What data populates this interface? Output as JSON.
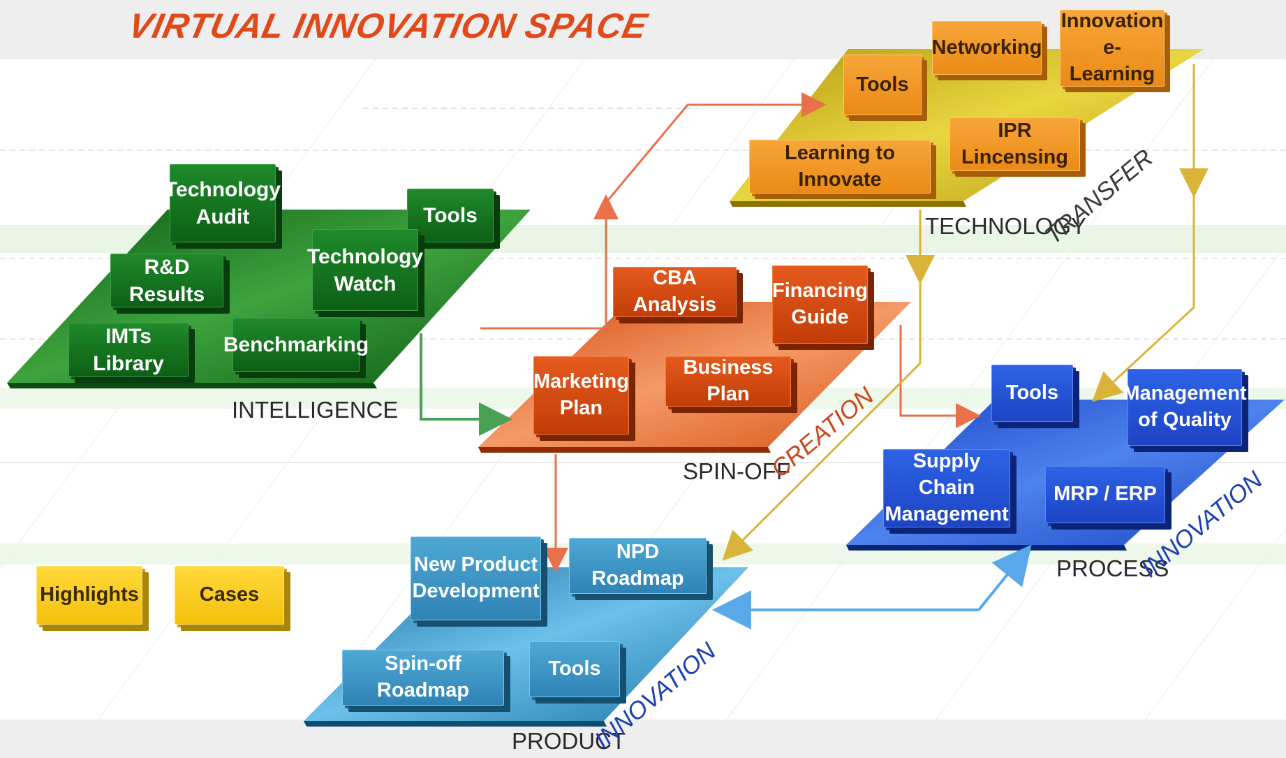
{
  "title": "VIRTUAL INNOVATION SPACE",
  "intelligence": {
    "label": "INTELLIGENCE",
    "boxes": [
      "Technology Audit",
      "Tools",
      "R&D Results",
      "Technology Watch",
      "IMTs Library",
      "Benchmarking"
    ]
  },
  "technology_transfer": {
    "label": "TECHNOLOGY",
    "label_italic": "TRANSFER",
    "boxes": [
      "Networking",
      "Innovation e-Learning",
      "Tools",
      "IPR Lincensing",
      "Learning to Innovate"
    ]
  },
  "spinoff_creation": {
    "label": "SPIN-OFF",
    "label_italic": "CREATION",
    "boxes": [
      "CBA Analysis",
      "Financing Guide",
      "Marketing Plan",
      "Business Plan"
    ]
  },
  "process_innovation": {
    "label": "PROCESS",
    "label_italic": "INNOVATION",
    "boxes": [
      "Tools",
      "Management of Quality",
      "Supply Chain Management",
      "MRP / ERP"
    ]
  },
  "product_innovation": {
    "label": "PRODUCT",
    "label_italic": "INNOVATION",
    "boxes": [
      "New Product Development",
      "NPD Roadmap",
      "Spin-off Roadmap",
      "Tools"
    ]
  },
  "extras": {
    "highlights": "Highlights",
    "cases": "Cases"
  },
  "colors": {
    "title": "#e0491a",
    "intelligence": "#1a7a24",
    "technology_transfer": "#c8b01a",
    "spinoff": "#e05a1c",
    "process": "#2155d8",
    "product": "#3d9fd4",
    "extras": "#f4c20e",
    "label_italic_transfer": "#3a3a3a",
    "label_italic_creation": "#c8471a",
    "label_italic_process": "#1d3fb0",
    "label_italic_product": "#1d3fb0"
  }
}
